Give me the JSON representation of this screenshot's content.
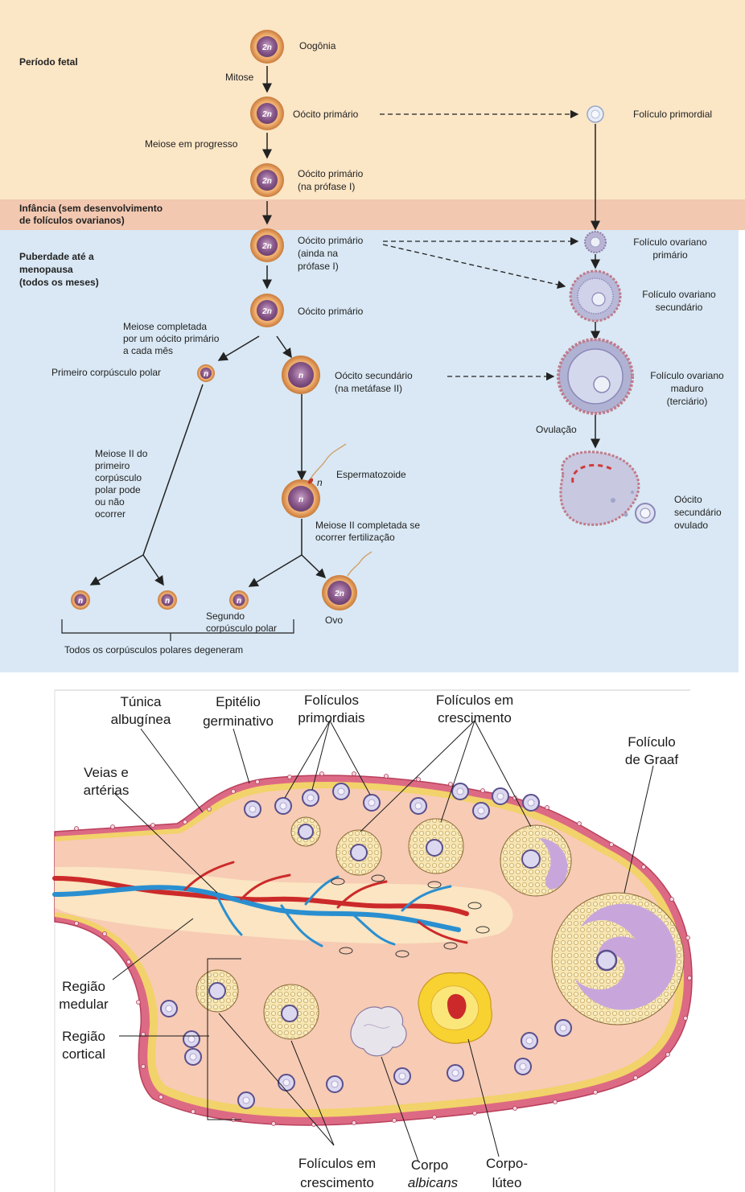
{
  "bands": {
    "fetal": "Período fetal",
    "childhood_1": "Infância (sem desenvolvimento",
    "childhood_2": "de folículos ovarianos)",
    "puberty_1": "Puberdade até a",
    "puberty_2": "menopausa",
    "puberty_3": "(todos os meses)"
  },
  "cells": {
    "ploidy_2n": "2n",
    "ploidy_n": "n",
    "oogonia": "Oogônia",
    "mitosis": "Mitose",
    "primary_oocyte": "Oócito primário",
    "meiosis_progress": "Meiose em progresso",
    "primary_prophase_1": "Oócito primário",
    "primary_prophase_2": "(na prófase I)",
    "primary_still_1": "Oócito primário",
    "primary_still_2": "(ainda na",
    "primary_still_3": "prófase I)",
    "primary_oocyte_2": "Oócito primário",
    "meiosis_completed_1": "Meiose completada",
    "meiosis_completed_2": "por um oócito primário",
    "meiosis_completed_3": "a cada mês",
    "first_polar": "Primeiro corpúsculo polar",
    "secondary_oocyte_1": "Oócito secundário",
    "secondary_oocyte_2": "(na metáfase II)",
    "meiosis2_polar_1": "Meiose II do",
    "meiosis2_polar_2": "primeiro",
    "meiosis2_polar_3": "corpúsculo",
    "meiosis2_polar_4": "polar pode",
    "meiosis2_polar_5": "ou não",
    "meiosis2_polar_6": "ocorrer",
    "sperm": "Espermatozoide",
    "meiosis2_complete_1": "Meiose II completada se",
    "meiosis2_complete_2": "ocorrer fertilização",
    "second_polar_1": "Segundo",
    "second_polar_2": "corpúsculo polar",
    "ovum": "Ovo",
    "all_degenerate": "Todos os corpúsculos polares degeneram"
  },
  "follicles": {
    "primordial": "Folículo primordial",
    "primary_1": "Folículo ovariano",
    "primary_2": "primário",
    "secondary_1": "Folículo ovariano",
    "secondary_2": "secundário",
    "mature_1": "Folículo ovariano",
    "mature_2": "maduro",
    "mature_3": "(terciário)",
    "ovulation": "Ovulação",
    "ovulated_1": "Oócito",
    "ovulated_2": "secundário",
    "ovulated_3": "ovulado"
  },
  "ovary": {
    "tunica_1": "Túnica",
    "tunica_2": "albugínea",
    "epithelium_1": "Epitélio",
    "epithelium_2": "germinativo",
    "primordial_1": "Folículos",
    "primordial_2": "primordiais",
    "growing_top_1": "Folículos em",
    "growing_top_2": "crescimento",
    "graaf_1": "Folículo",
    "graaf_2": "de Graaf",
    "veins_1": "Veias e",
    "veins_2": "artérias",
    "medulla_1": "Região",
    "medulla_2": "medular",
    "cortex_1": "Região",
    "cortex_2": "cortical",
    "growing_bottom_1": "Folículos em",
    "growing_bottom_2": "crescimento",
    "albicans_1": "Corpo",
    "albicans_2": "albicans",
    "luteum_1": "Corpo-",
    "luteum_2": "lúteo"
  },
  "colors": {
    "fetal_band": "#fbe6c6",
    "childhood_band": "#f2c8b0",
    "puberty_band": "#d9e8f4",
    "cell_outer": "#e8a25a",
    "cell_inner": "#8a5a8c",
    "ovary_tissue": "#f7cbb4",
    "medulla": "#fbe5c2",
    "artery": "#cc2a2a",
    "vein": "#2a8fd0"
  }
}
